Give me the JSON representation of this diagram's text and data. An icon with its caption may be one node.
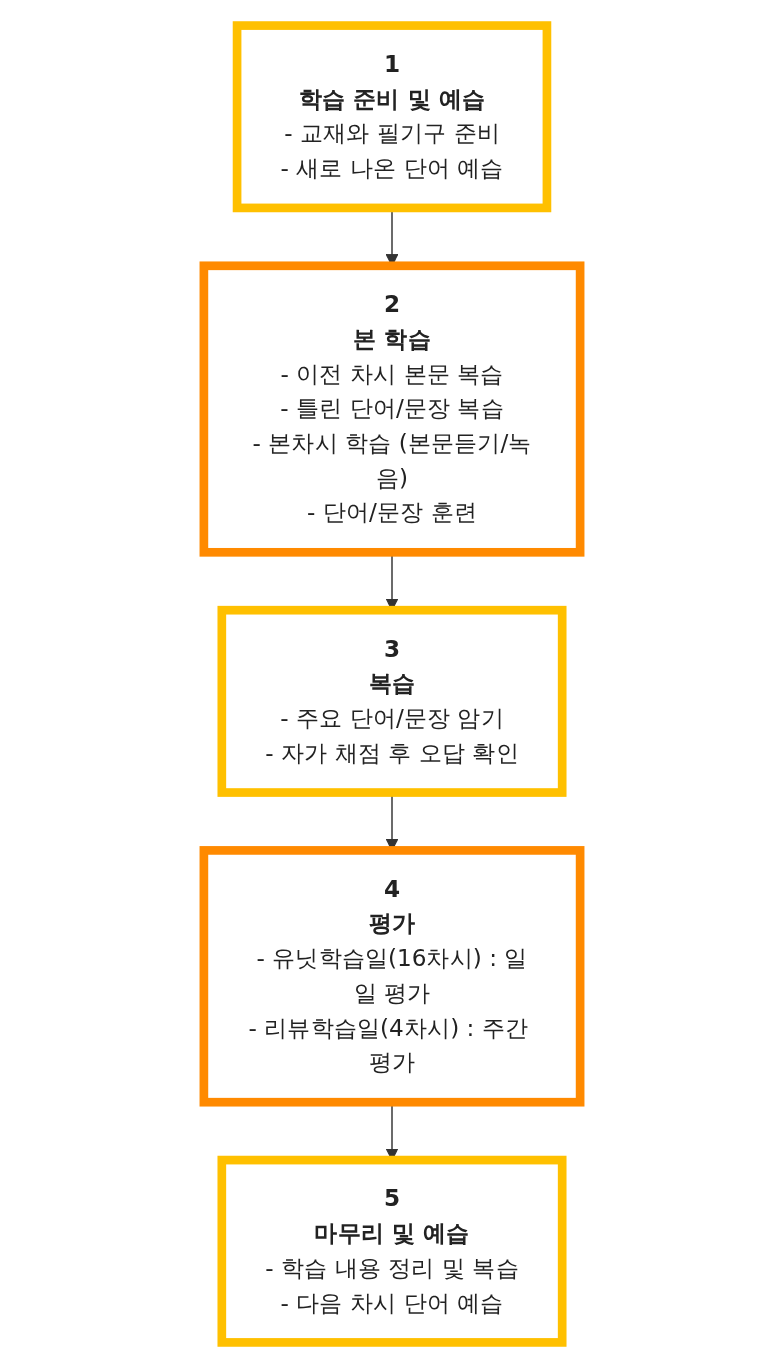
{
  "diagram": {
    "nodes": [
      {
        "text": [
          "1",
          "학습 준비 및 예습",
          "- 교재와 필기구 준비",
          "- 새로 나온 단어 예습"
        ]
      },
      {
        "text": [
          "2",
          "본 학습",
          "- 이전 차시 본문 복습",
          "- 틀린 단어/문장 복습",
          "- 본차시 학습 (본문듣기/녹음)",
          "- 단어/문장 훈련"
        ]
      },
      {
        "text": [
          "3",
          "복습",
          "- 주요 단어/문장 암기",
          "- 자가 채점 후 오답 확인"
        ]
      },
      {
        "text": [
          "4",
          "평가",
          "- 유닛학습일(16차시) : 일일 평가",
          "- 리뷰학습일(4차시) : 주간 평가"
        ]
      },
      {
        "text": [
          "5",
          "마무리 및 예습",
          "- 학습 내용 정리 및 복습",
          "- 다음 차시 단어 예습"
        ]
      }
    ],
    "edges": [
      {
        "from": 0,
        "to": 1,
        "arrow": "to"
      },
      {
        "from": 1,
        "to": 2,
        "arrow": "to"
      },
      {
        "from": 2,
        "to": 3,
        "arrow": "to"
      },
      {
        "from": 3,
        "to": 4,
        "arrow": "to"
      }
    ]
  }
}
